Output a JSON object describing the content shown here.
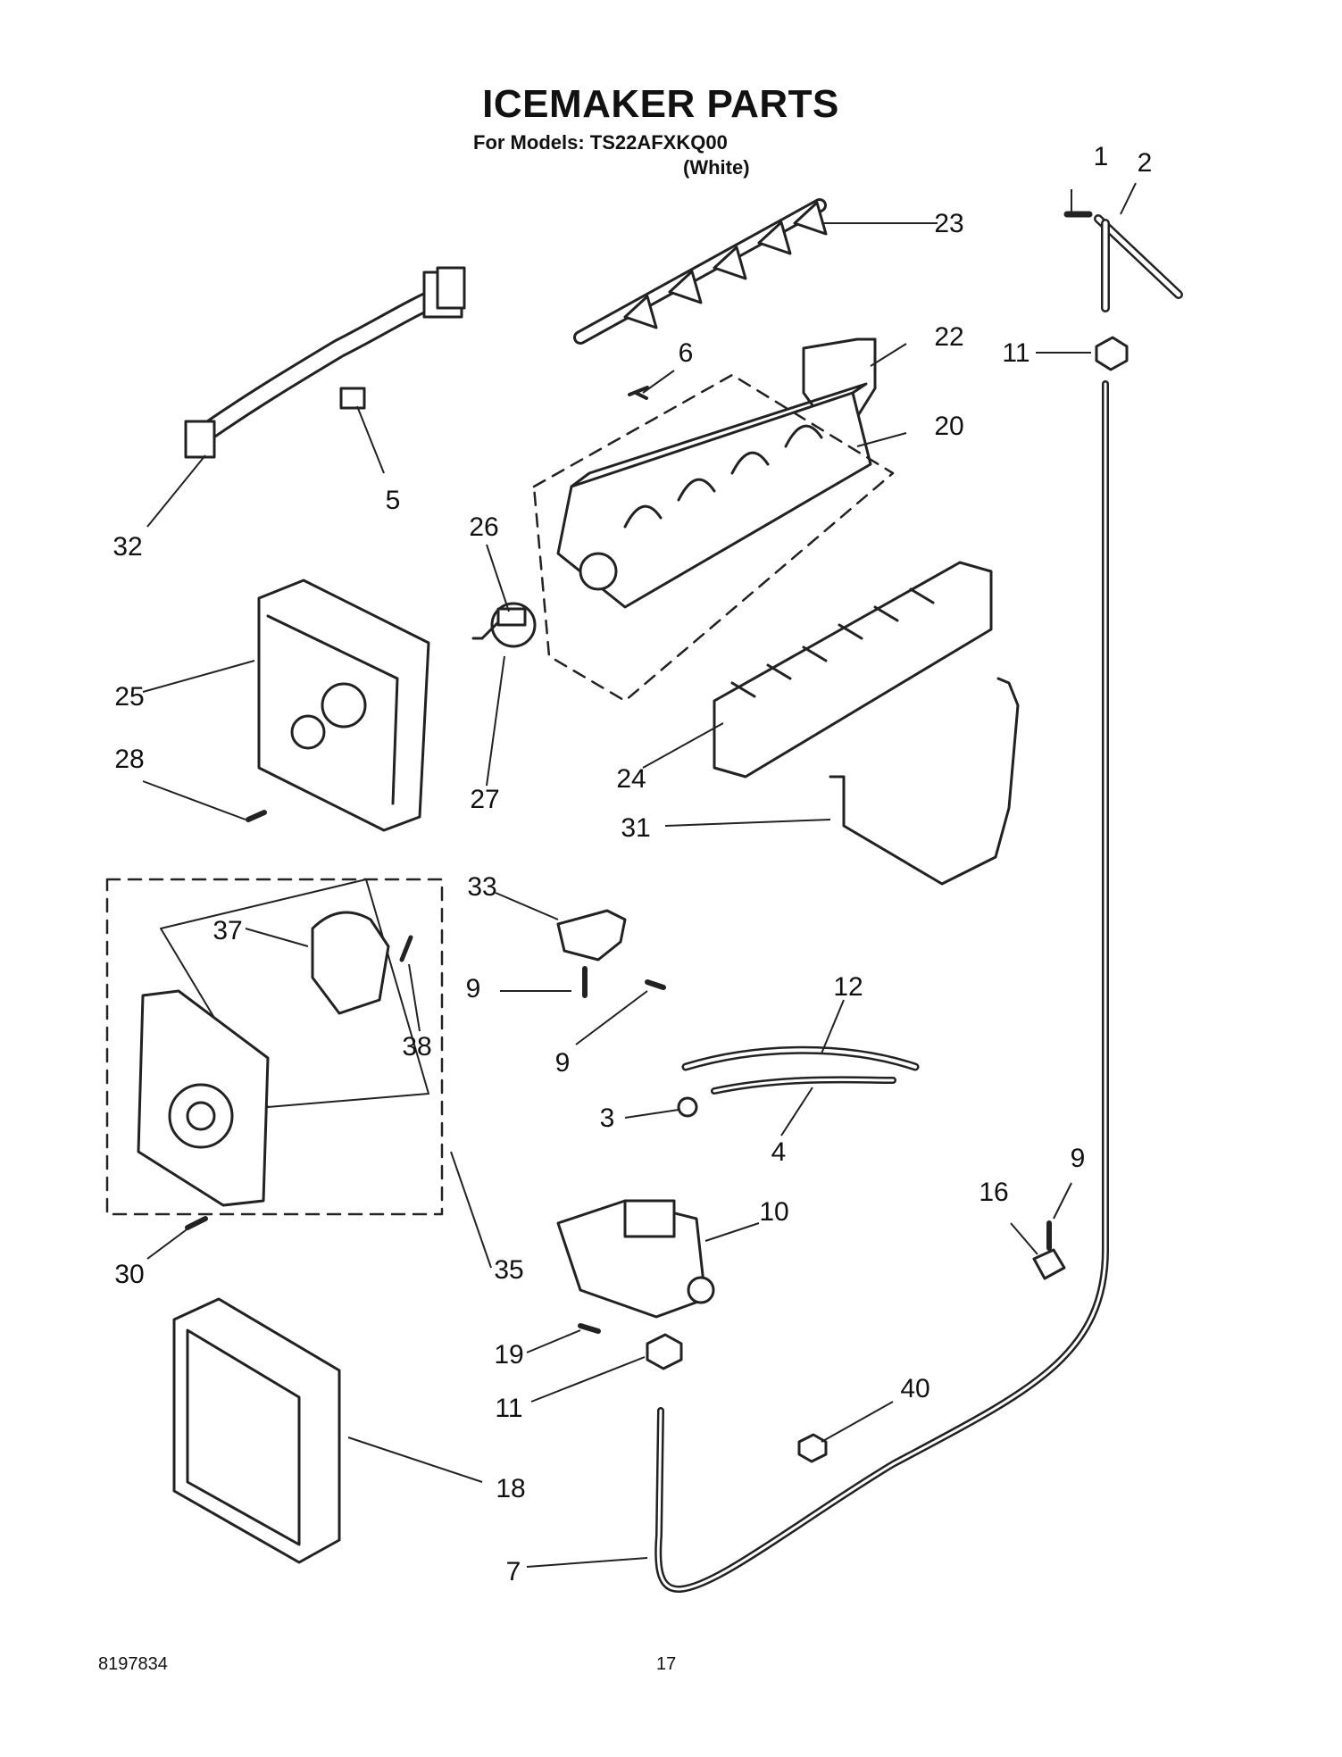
{
  "header": {
    "title": "ICEMAKER PARTS",
    "subtitle": "For Models: TS22AFXKQ00",
    "variant": "(White)"
  },
  "footer": {
    "doc_number": "8197834",
    "page_number": "17"
  },
  "callouts": [
    "1",
    "2",
    "23",
    "11",
    "6",
    "22",
    "20",
    "5",
    "32",
    "26",
    "25",
    "28",
    "27",
    "24",
    "31",
    "33",
    "37",
    "38",
    "9",
    "9",
    "12",
    "3",
    "4",
    "9",
    "16",
    "10",
    "30",
    "35",
    "19",
    "11",
    "40",
    "18",
    "7"
  ]
}
